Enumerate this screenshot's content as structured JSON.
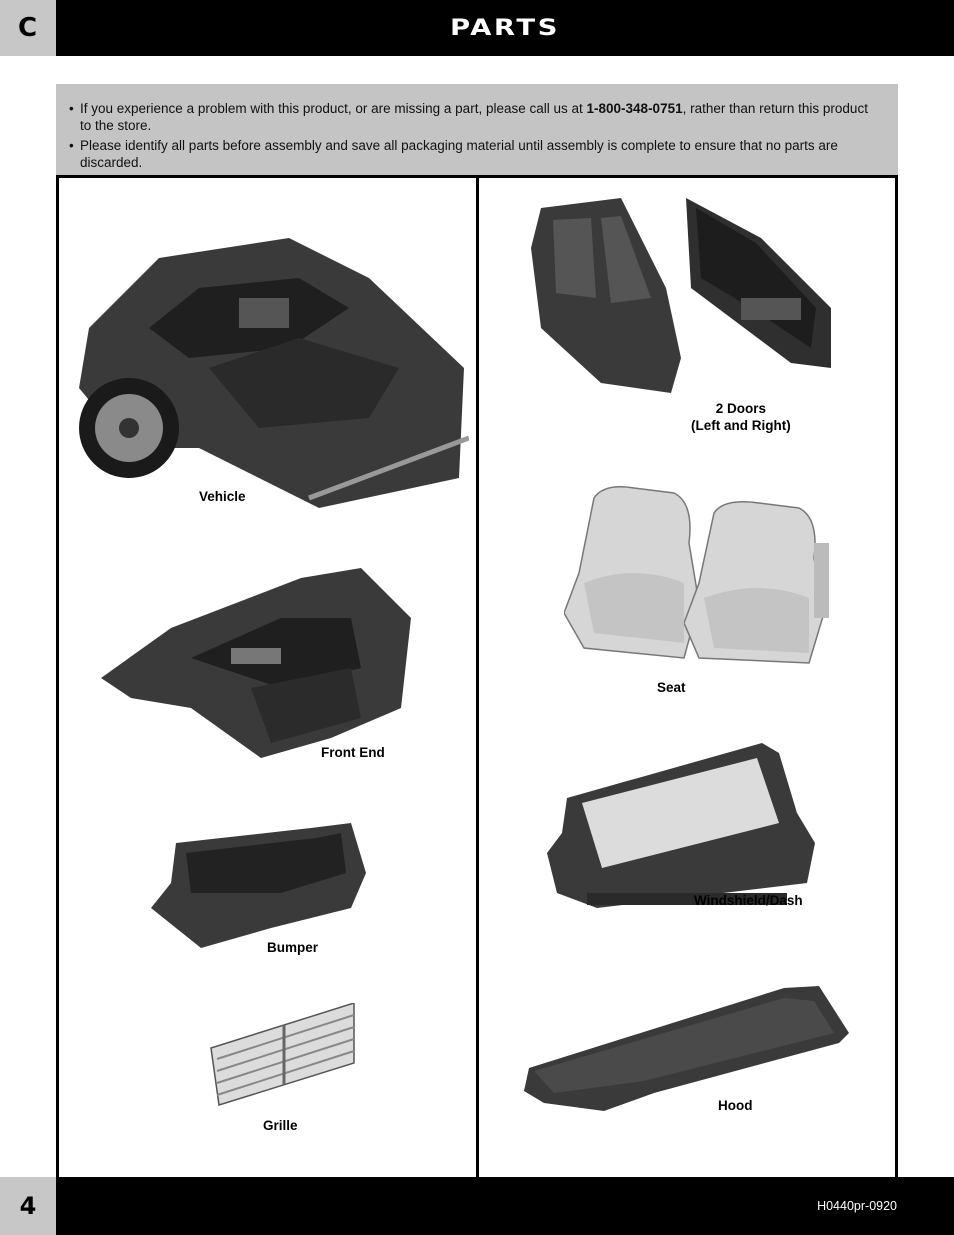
{
  "header": {
    "section_letter": "C",
    "title": "PARTS"
  },
  "notice": {
    "item1_before": "If you experience a problem with this product, or are missing a part, please call us at ",
    "item1_phone": "1-800-348-0751",
    "item1_line1_after": ", rather than return this product",
    "item1_line2": "to the store.",
    "item2": "Please identify all parts before assembly and save all packaging material until assembly is complete to ensure that no parts are discarded."
  },
  "parts": {
    "vehicle": "Vehicle",
    "front_end": "Front End",
    "bumper": "Bumper",
    "grille": "Grille",
    "doors_line1": "2 Doors",
    "doors_line2": "(Left and Right)",
    "seat": "Seat",
    "windshield": "Windshield/Dash",
    "hood": "Hood"
  },
  "footer": {
    "page_number": "4",
    "code": "H0440pr-0920"
  },
  "colors": {
    "header_bar": "#000000",
    "tab_gray": "#c7c7c7",
    "notice_bg": "#c4c4c4",
    "part_dark": "#3a3a3a",
    "part_light": "#dcdcdc"
  }
}
